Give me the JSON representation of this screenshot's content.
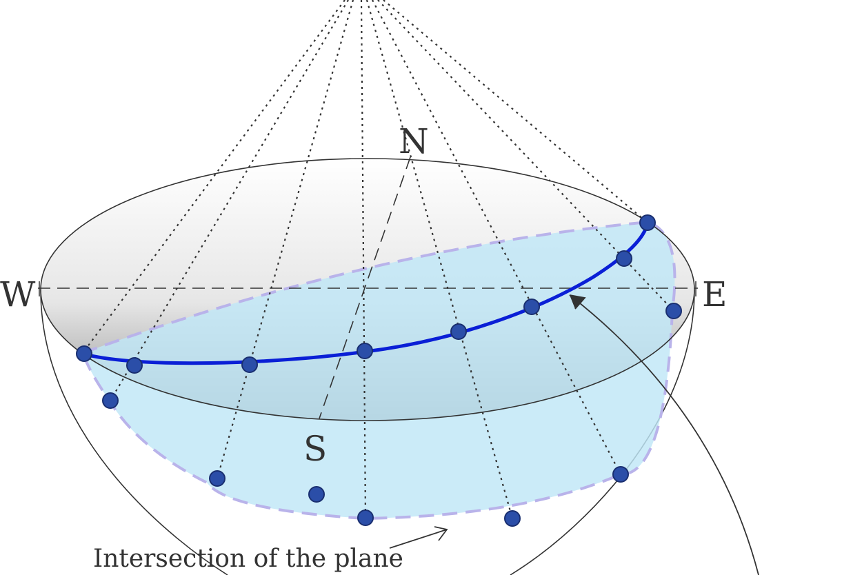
{
  "labels": {
    "north": "N",
    "south": "S",
    "west": "W",
    "east": "E",
    "intersection_caption": "Intersection of the plane"
  },
  "colors": {
    "outline": "#333333",
    "sun_path": "#0a1fd6",
    "plane_fill": "#bfe6f7",
    "plane_dash": "#b9b3ea",
    "dot_fill": "#2b4ea8",
    "dot_stroke": "#1a2f70",
    "ray_line": "#333333"
  }
}
